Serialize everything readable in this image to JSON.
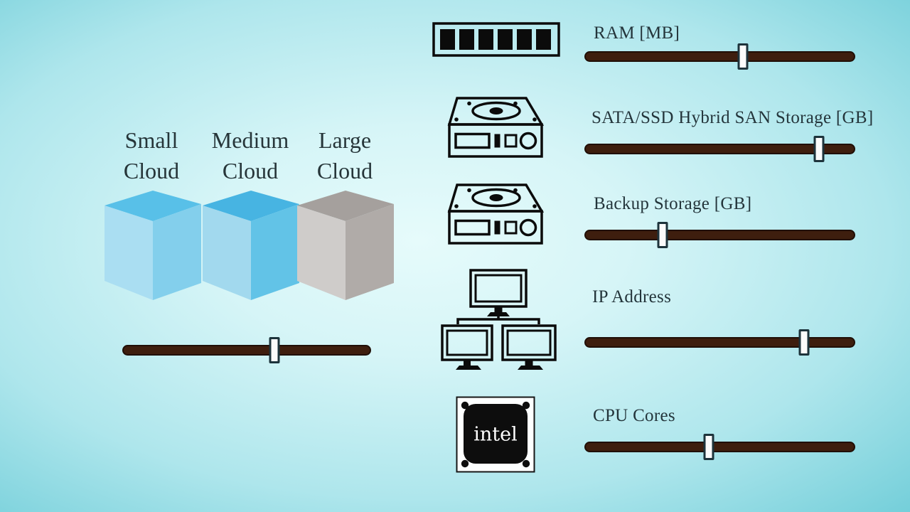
{
  "cloud_sizes": {
    "labels": [
      {
        "line1": "Small",
        "line2": "Cloud"
      },
      {
        "line1": "Medium",
        "line2": "Cloud"
      },
      {
        "line1": "Large",
        "line2": "Cloud"
      }
    ],
    "slider_value_pct": 61
  },
  "resources": [
    {
      "label": "RAM [MB]",
      "slider_value_pct": 58.5
    },
    {
      "label": "SATA/SSD Hybrid SAN Storage [GB]",
      "slider_value_pct": 86.5
    },
    {
      "label": "Backup Storage [GB]",
      "slider_value_pct": 29
    },
    {
      "label": "IP Address",
      "slider_value_pct": 81
    },
    {
      "label": "CPU Cores",
      "slider_value_pct": 46
    }
  ],
  "chip": {
    "label": "intel"
  },
  "icons": [
    {
      "name": "ram-module-icon"
    },
    {
      "name": "hard-drive-icon"
    },
    {
      "name": "hard-drive-icon"
    },
    {
      "name": "network-monitors-icon"
    },
    {
      "name": "intel-cpu-chip-icon"
    }
  ],
  "colors": {
    "background_center": "#e3fafa",
    "background_edge": "#1da4b6",
    "slider_track": "#3e1e0e",
    "slider_handle": "#fbfbfb",
    "slider_handle_border": "#1d333b",
    "text": "#24353b",
    "icon_stroke": "#0b0b0b",
    "chip_fill": "#0d0d0d",
    "chip_text": "#ffffff",
    "cubes": {
      "small": {
        "top": "#58c0e8",
        "left": "#aadef2",
        "right": "#83cfec"
      },
      "medium": {
        "top": "#47b4e2",
        "left": "#a2d9ee",
        "right": "#62c3e7"
      },
      "large": {
        "top": "#a5a09d",
        "left": "#cfccca",
        "right": "#b0aba8"
      }
    }
  }
}
